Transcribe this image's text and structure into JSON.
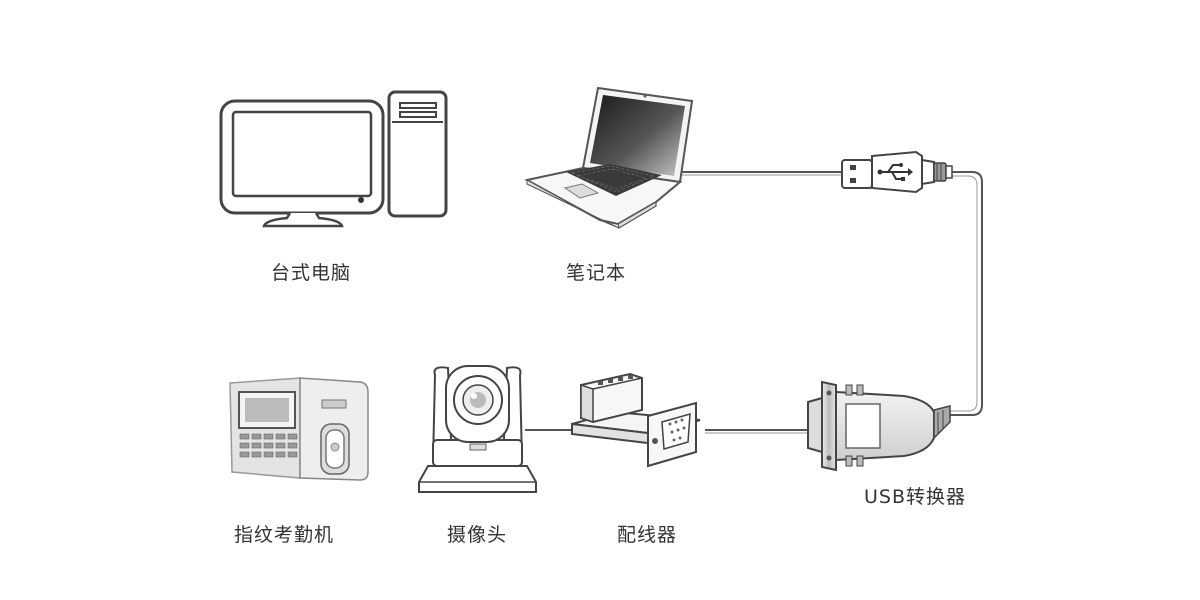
{
  "labels": {
    "desktop": "台式电脑",
    "laptop": "笔记本",
    "usb_converter": "USB转换器",
    "fingerprint": "指纹考勤机",
    "camera": "摄像头",
    "wiring": "配线器"
  },
  "icons": {
    "desktop": "desktop-computer-icon",
    "laptop": "laptop-icon",
    "usb_plug": "usb-plug-icon",
    "db9_connector": "db9-serial-connector-icon",
    "fingerprint": "fingerprint-attendance-machine-icon",
    "camera": "ptz-camera-icon",
    "wiring": "terminal-block-wiring-icon"
  },
  "colors": {
    "line": "#555555",
    "outline": "#444444",
    "label": "#333333",
    "background": "#ffffff"
  }
}
